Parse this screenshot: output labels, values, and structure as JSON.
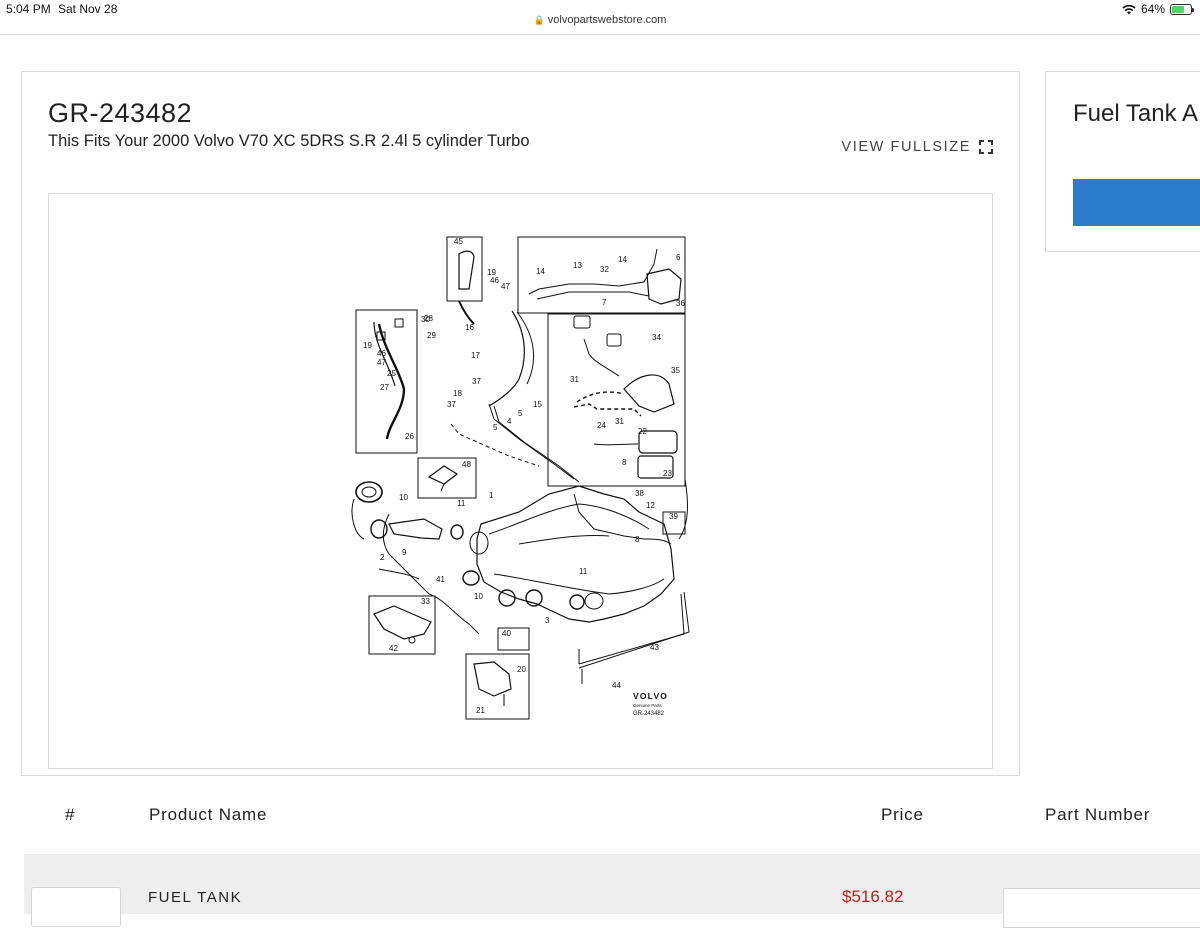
{
  "status": {
    "time": "5:04 PM",
    "date": "Sat Nov 28",
    "battery": "64%",
    "battery_level": 0.64
  },
  "browser": {
    "url": "volvopartswebstore.com"
  },
  "diagram_panel": {
    "part_id": "GR-243482",
    "fits_text": "This Fits Your 2000 Volvo V70 XC 5DRS S.R 2.4l 5 cylinder Turbo",
    "view_fullsize_label": "VIEW FULLSIZE",
    "stamp_brand": "VOLVO",
    "stamp_sub": "Genuine Parts",
    "stamp_code": "GR-243482",
    "callouts": [
      "1",
      "2",
      "3",
      "4",
      "5",
      "5",
      "6",
      "7",
      "8",
      "8",
      "9",
      "10",
      "10",
      "11",
      "11",
      "12",
      "13",
      "14",
      "14",
      "15",
      "16",
      "17",
      "18",
      "19",
      "19",
      "20",
      "21",
      "22",
      "23",
      "24",
      "25",
      "26",
      "27",
      "28",
      "29",
      "30",
      "31",
      "31",
      "32",
      "33",
      "34",
      "35",
      "36",
      "37",
      "37",
      "38",
      "39",
      "40",
      "41",
      "42",
      "43",
      "44",
      "45",
      "46",
      "46",
      "47",
      "47",
      "48"
    ]
  },
  "side_panel": {
    "title": "Fuel Tank A"
  },
  "table": {
    "headers": {
      "number": "#",
      "product_name": "Product Name",
      "price": "Price",
      "part_number": "Part Number"
    },
    "rows": [
      {
        "product_name": "FUEL TANK",
        "price": "$516.82"
      }
    ]
  }
}
